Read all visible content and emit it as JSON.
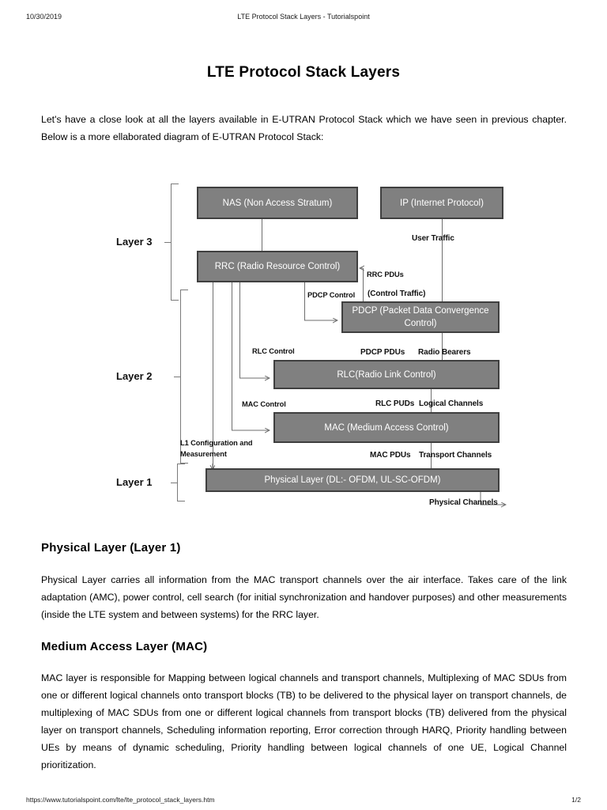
{
  "header": {
    "date": "10/30/2019",
    "title": "LTE Protocol Stack Layers - Tutorialspoint"
  },
  "footer": {
    "url": "https://www.tutorialspoint.com/lte/lte_protocol_stack_layers.htm",
    "page_number": "1/2"
  },
  "document": {
    "title": "LTE Protocol Stack Layers",
    "intro": "Let's have a close look at all the layers available in E-UTRAN Protocol Stack which we have seen in previous chapter. Below is a more ellaborated diagram of E-UTRAN Protocol Stack:",
    "sections": [
      {
        "heading": "Physical Layer (Layer 1)",
        "body": "Physical Layer carries all information from the MAC transport channels over the air interface. Takes care of the link adaptation (AMC), power control, cell search (for initial synchronization and handover purposes) and other measurements (inside the LTE system and between systems) for the RRC layer."
      },
      {
        "heading": "Medium Access Layer (MAC)",
        "body": "MAC layer is responsible for Mapping between logical channels and transport channels, Multiplexing of MAC SDUs from one or different logical channels onto transport blocks (TB) to be delivered to the physical layer on transport channels, de multiplexing of MAC SDUs from one or different logical channels from transport blocks (TB) delivered from the physical layer on transport channels, Scheduling information reporting, Error correction through HARQ, Priority handling between UEs by means of dynamic scheduling, Priority handling between logical channels of one UE, Logical Channel prioritization."
      }
    ]
  },
  "diagram": {
    "colors": {
      "node_fill": "#808080",
      "node_border": "#3f3f3f",
      "node_text": "#ffffff",
      "connector": "#6e6e6e"
    },
    "layers": [
      {
        "name": "Layer 3"
      },
      {
        "name": "Layer 2"
      },
      {
        "name": "Layer 1"
      }
    ],
    "nodes": [
      {
        "id": "nas",
        "label": "NAS (Non Access Stratum)"
      },
      {
        "id": "ip",
        "label": "IP (Internet Protocol)"
      },
      {
        "id": "rrc",
        "label": "RRC (Radio Resource Control)"
      },
      {
        "id": "pdcp",
        "label": "PDCP (Packet Data Convergence Control)"
      },
      {
        "id": "rlc",
        "label": "RLC(Radio Link Control)"
      },
      {
        "id": "mac",
        "label": "MAC (Medium Access Control)"
      },
      {
        "id": "phy",
        "label": "Physical Layer (DL:- OFDM, UL-SC-OFDM)"
      }
    ],
    "labels": [
      {
        "id": "user-traffic",
        "text": "User Traffic"
      },
      {
        "id": "rrc-pdus",
        "text": "RRC PDUs"
      },
      {
        "id": "pdcp-control",
        "text": "PDCP Control"
      },
      {
        "id": "control-traffic",
        "text": "(Control Traffic)"
      },
      {
        "id": "rlc-control",
        "text": "RLC Control"
      },
      {
        "id": "pdcp-pdus",
        "text": "PDCP PDUs"
      },
      {
        "id": "radio-bearers",
        "text": "Radio Bearers"
      },
      {
        "id": "mac-control",
        "text": "MAC Control"
      },
      {
        "id": "rlc-pdus",
        "text": "RLC PUDs"
      },
      {
        "id": "logical-channels",
        "text": "Logical Channels"
      },
      {
        "id": "l1-config-1",
        "text": "L1 Configuration and"
      },
      {
        "id": "l1-config-2",
        "text": "Measurement"
      },
      {
        "id": "mac-pdus",
        "text": "MAC PDUs"
      },
      {
        "id": "transport-channels",
        "text": "Transport Channels"
      },
      {
        "id": "physical-channels",
        "text": "Physical Channels"
      }
    ]
  }
}
